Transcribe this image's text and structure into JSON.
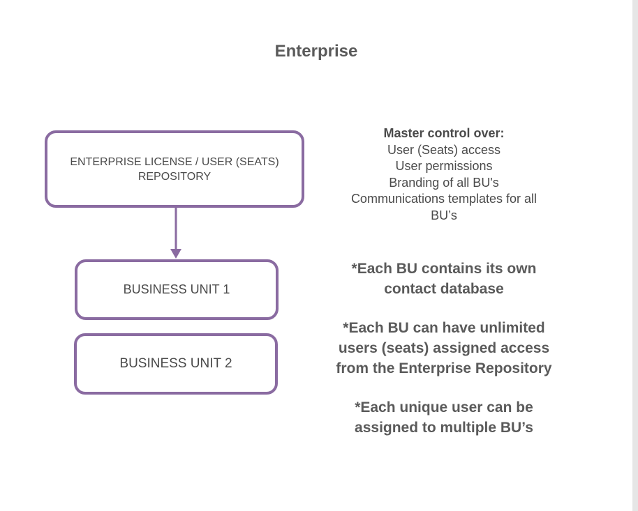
{
  "title": "Enterprise",
  "colors": {
    "box_border": "#8a6ba1",
    "connector": "#8a6ba1",
    "text": "#555555"
  },
  "boxes": {
    "enterprise": {
      "line1": "ENTERPRISE LICENSE / USER (SEATS)",
      "line2": "REPOSITORY"
    },
    "business_unit_1": "BUSINESS UNIT 1",
    "business_unit_2": "BUSINESS UNIT 2"
  },
  "master_control": {
    "heading": "Master control over:",
    "items": [
      "User (Seats) access",
      "User permissions",
      "Branding of all BU's",
      "Communications templates for all",
      "BU’s"
    ]
  },
  "notes": [
    {
      "lines": [
        "*Each BU contains its own",
        "contact database"
      ]
    },
    {
      "lines": [
        "*Each BU can have unlimited",
        "users (seats) assigned access",
        "from the Enterprise Repository"
      ]
    },
    {
      "lines": [
        "*Each unique user can be",
        "assigned to multiple BU’s"
      ]
    }
  ]
}
